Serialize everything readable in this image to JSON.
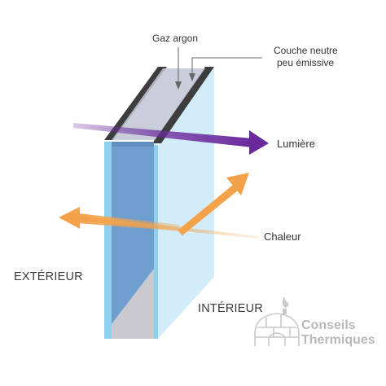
{
  "labels": {
    "gaz_argon": "Gaz argon",
    "couche_line1": "Couche neutre",
    "couche_line2": "peu émissive",
    "lumiere": "Lumière",
    "chaleur": "Chaleur",
    "exterieur": "EXTÉRIEUR",
    "interieur": "INTÉRIEUR"
  },
  "brand": {
    "line1": "Conseils",
    "line2": "Thermiques"
  },
  "colors": {
    "outer_glass": "#6e9fce",
    "inner_glass": "#d3ecf9",
    "glass_edge": "#8fd0ef",
    "gas_gap": "#c9c9cf",
    "frame": "#3d3d3d",
    "light_arrow": "#6a2a9c",
    "heat_arrow": "#f4a24a",
    "label_text": "#333333",
    "logo": "#c2c2c2"
  }
}
